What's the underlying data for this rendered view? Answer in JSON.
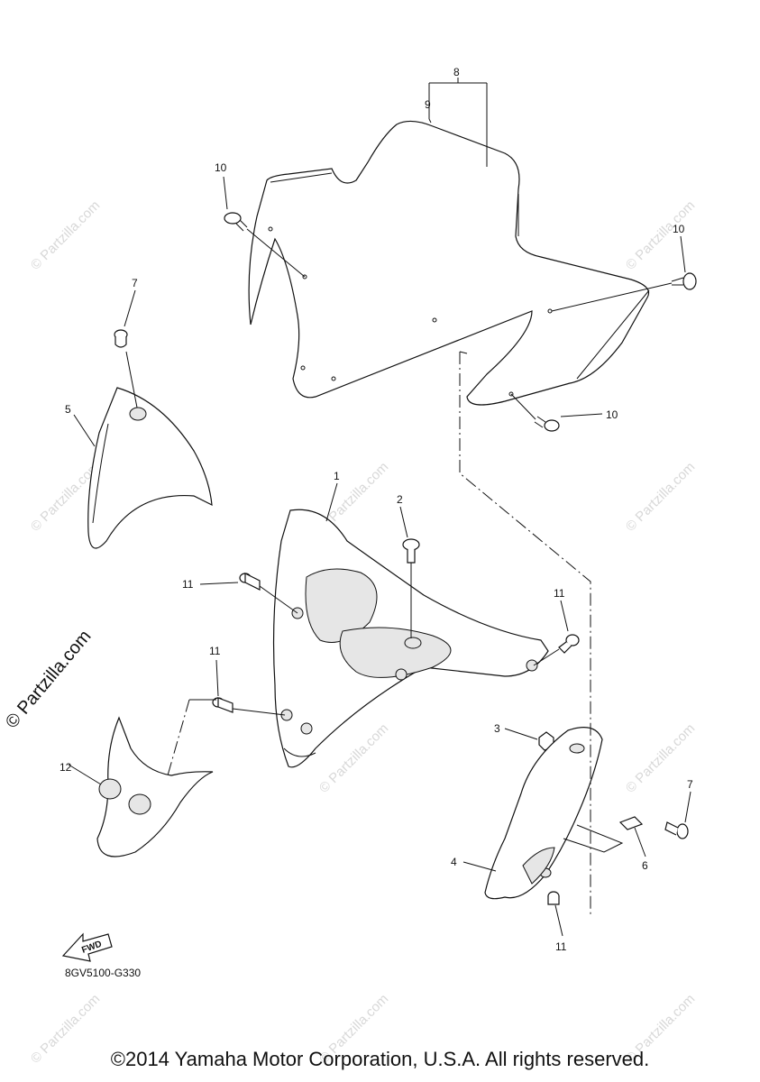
{
  "watermark_text": "© Partzilla.com",
  "brand_text": "© Partzilla.com",
  "drawing_code": "8GV5100-G330",
  "fwd_label": "FWD",
  "copyright": "©2014 Yamaha Motor Corporation, U.S.A. All rights reserved.",
  "callouts": {
    "c8": "8",
    "c9": "9",
    "c10a": "10",
    "c10b": "10",
    "c10c": "10",
    "c7a": "7",
    "c7b": "7",
    "c5": "5",
    "c1": "1",
    "c2": "2",
    "c11a": "11",
    "c11b": "11",
    "c11c": "11",
    "c11d": "11",
    "c12": "12",
    "c3": "3",
    "c4": "4",
    "c6": "6"
  }
}
